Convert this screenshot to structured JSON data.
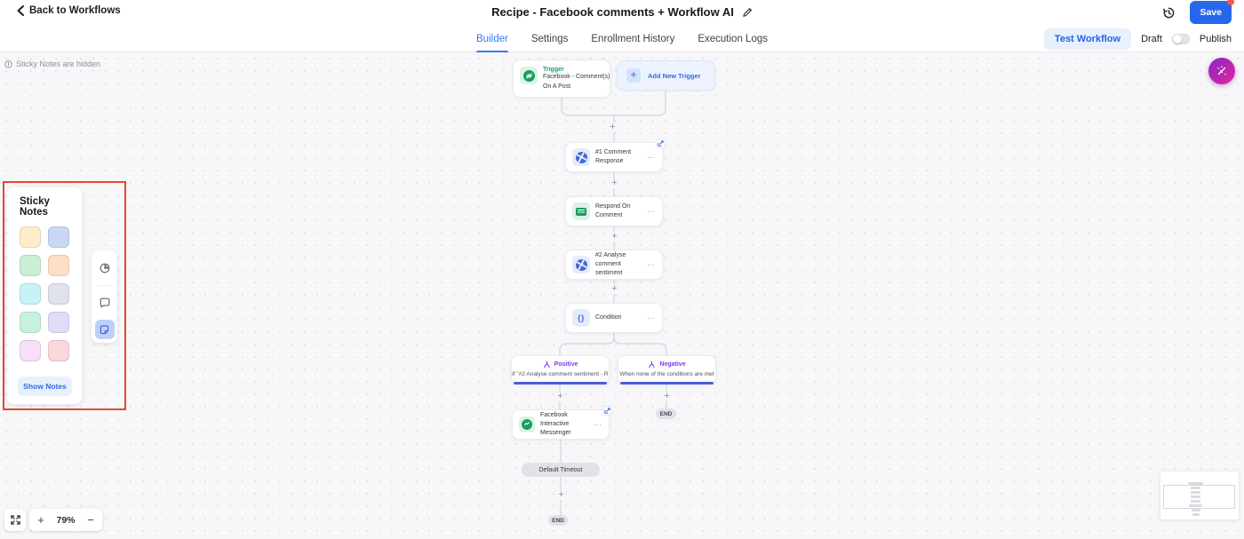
{
  "header": {
    "back_label": "Back to Workflows",
    "title": "Recipe - Facebook comments + Workflow AI",
    "save_label": "Save"
  },
  "toolbar": {
    "tabs": [
      "Builder",
      "Settings",
      "Enrollment History",
      "Execution Logs"
    ],
    "active_tab": "Builder",
    "test_workflow_label": "Test Workflow",
    "draft_label": "Draft",
    "publish_label": "Publish",
    "publish_state": "Draft"
  },
  "canvas": {
    "notice": "Sticky Notes are hidden",
    "nodes": {
      "trigger": {
        "kicker": "Trigger",
        "title": "Facebook - Comment(s) On A Post"
      },
      "add_trigger": {
        "label": "Add New Trigger"
      },
      "comment_response": {
        "title": "#1 Comment Response"
      },
      "respond_on_comment": {
        "title": "Respond On Comment"
      },
      "analyse_sentiment": {
        "title": "#2 Analyse comment sentiment"
      },
      "condition": {
        "title": "Condition"
      },
      "branch_positive": {
        "title": "Positive",
        "subtitle": "If \"#2 Analyse comment sentiment - R..."
      },
      "branch_negative": {
        "title": "Negative",
        "subtitle": "When none of the conditions are met"
      },
      "fb_messenger": {
        "title": "Facebook Interactive Messenger"
      },
      "default_timeout": {
        "label": "Default Timeout"
      },
      "end_label": "END",
      "end_label_2": "END"
    }
  },
  "sticky_panel": {
    "title": "Sticky Notes",
    "show_notes_label": "Show Notes",
    "swatches": [
      "#fdeec9",
      "#c9d7f6",
      "#cceed4",
      "#fcdfc6",
      "#c7f2f6",
      "#dfe2ec",
      "#c4f2dc",
      "#e1dcf8",
      "#f8def8",
      "#fad7da"
    ]
  },
  "zoom_controls": {
    "level": "79%"
  },
  "colors": {
    "accent_blue": "#2667ec",
    "tab_active": "#2f7cf6",
    "green": "#17a05e",
    "purple": "#7b3aed",
    "branch_underline": "#4a5ed6",
    "highlight_border": "#e0492d",
    "fab_start": "#8f27c4",
    "fab_end": "#d8269f",
    "notification_red": "#f4564e"
  }
}
